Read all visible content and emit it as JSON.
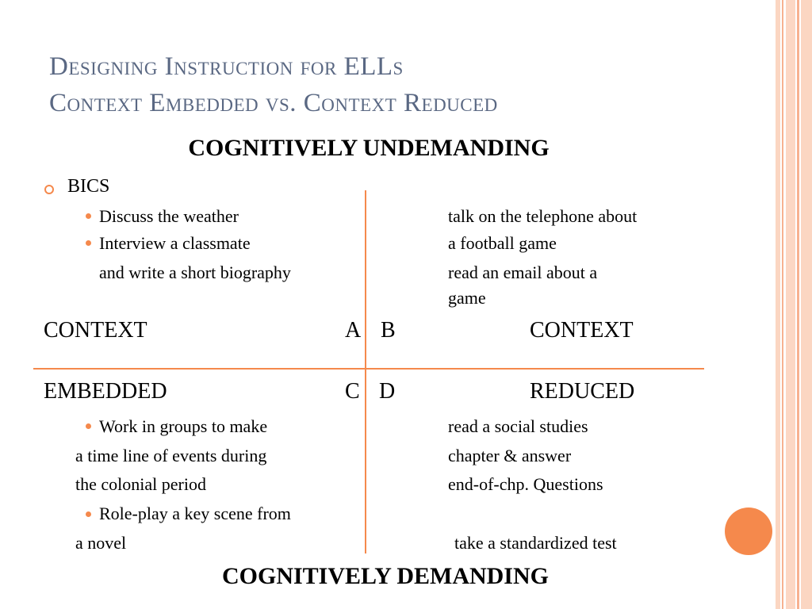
{
  "title": {
    "line1": "Designing Instruction for ELLs",
    "line2": "Context Embedded vs. Context Reduced"
  },
  "top_heading": "COGNITIVELY UNDEMANDING",
  "bottom_heading": "COGNITIVELY DEMANDING",
  "level1_bullet": "BICS",
  "top_left": {
    "bullet1": "Discuss the weather",
    "bullet2": "Interview a classmate",
    "cont1": "and write a short biography"
  },
  "top_right": {
    "line1": "talk on the telephone about",
    "line2": "a football game",
    "line3": "read an email about a",
    "line4": "game"
  },
  "axis": {
    "left_top": "CONTEXT",
    "left_bottom": "EMBEDDED",
    "right_top": "CONTEXT",
    "right_bottom": "REDUCED",
    "quad_a": "A",
    "quad_b": "B",
    "quad_c": "C",
    "quad_d": "D"
  },
  "bottom_left": {
    "bullet1": "Work in groups to make",
    "cont1": "a time line of events during",
    "cont2": "the colonial period",
    "bullet2": "Role-play a key scene from",
    "cont3": "a novel"
  },
  "bottom_right": {
    "line1": "read a social studies",
    "line2": "chapter & answer",
    "line3": "end-of-chp. Questions",
    "line4": "take a standardized test"
  },
  "colors": {
    "accent": "#f5894c",
    "title": "#5a6883",
    "stripe_light": "#fcd7c4",
    "stripe_mid": "#f8b796"
  }
}
